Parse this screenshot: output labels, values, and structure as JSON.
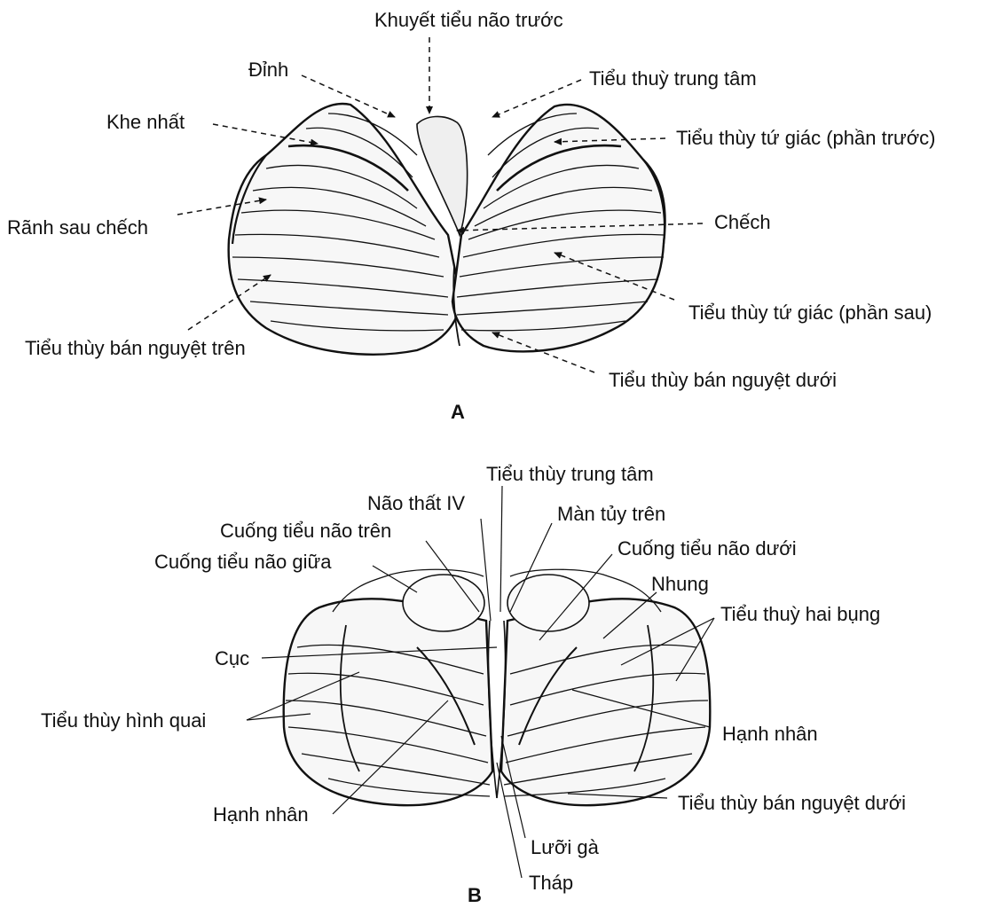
{
  "panel_a": {
    "letter": "A",
    "labels": {
      "anterior_notch": "Khuyết tiểu não trước",
      "culmen": "Đỉnh",
      "central_lobule": "Tiểu thuỳ trung tâm",
      "primary_fissure": "Khe nhất",
      "quadrangular_anterior": "Tiểu thùy tứ giác (phần trước)",
      "posterior_oblique_sulcus": "Rãnh sau chếch",
      "declive": "Chếch",
      "quadrangular_posterior": "Tiểu thùy tứ giác (phần sau)",
      "superior_semilunar": "Tiểu thùy bán nguyệt trên",
      "inferior_semilunar": "Tiểu thùy bán nguyệt dưới"
    }
  },
  "panel_b": {
    "letter": "B",
    "labels": {
      "central_lobule": "Tiểu thùy trung tâm",
      "fourth_ventricle": "Não thất IV",
      "superior_medullary_velum": "Màn tủy trên",
      "superior_peduncle": "Cuống tiểu não trên",
      "inferior_peduncle": "Cuống tiểu não dưới",
      "middle_peduncle": "Cuống tiểu não giữa",
      "flocculus": "Nhung",
      "biventral_lobule": "Tiểu thuỳ hai bụng",
      "tuber": "Cục",
      "gracile_lobule": "Tiểu thùy hình quai",
      "tonsil_right": "Hạnh nhân",
      "inferior_semilunar": "Tiểu thùy bán nguyệt dưới",
      "tonsil_left": "Hạnh nhân",
      "uvula": "Lưỡi gà",
      "pyramid": "Tháp"
    }
  },
  "colors": {
    "ink": "#111111",
    "fill": "#f7f7f7",
    "paper": "#ffffff"
  }
}
